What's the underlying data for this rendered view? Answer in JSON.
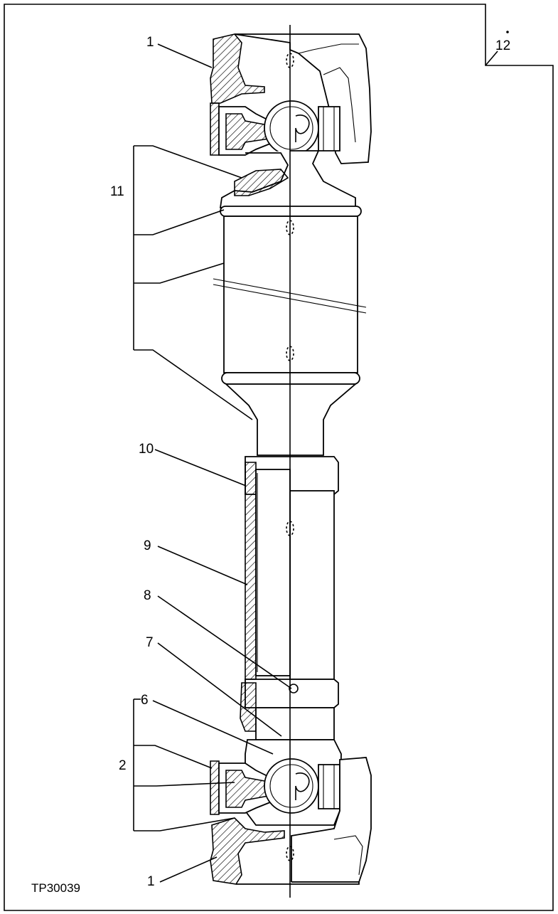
{
  "figure": {
    "id_label": "TP30039",
    "callouts": {
      "c1_top": "1",
      "c1_bottom": "1",
      "c2": "2",
      "c6": "6",
      "c7": "7",
      "c8": "8",
      "c9": "9",
      "c10": "10",
      "c11": "11",
      "c12": "12"
    }
  }
}
